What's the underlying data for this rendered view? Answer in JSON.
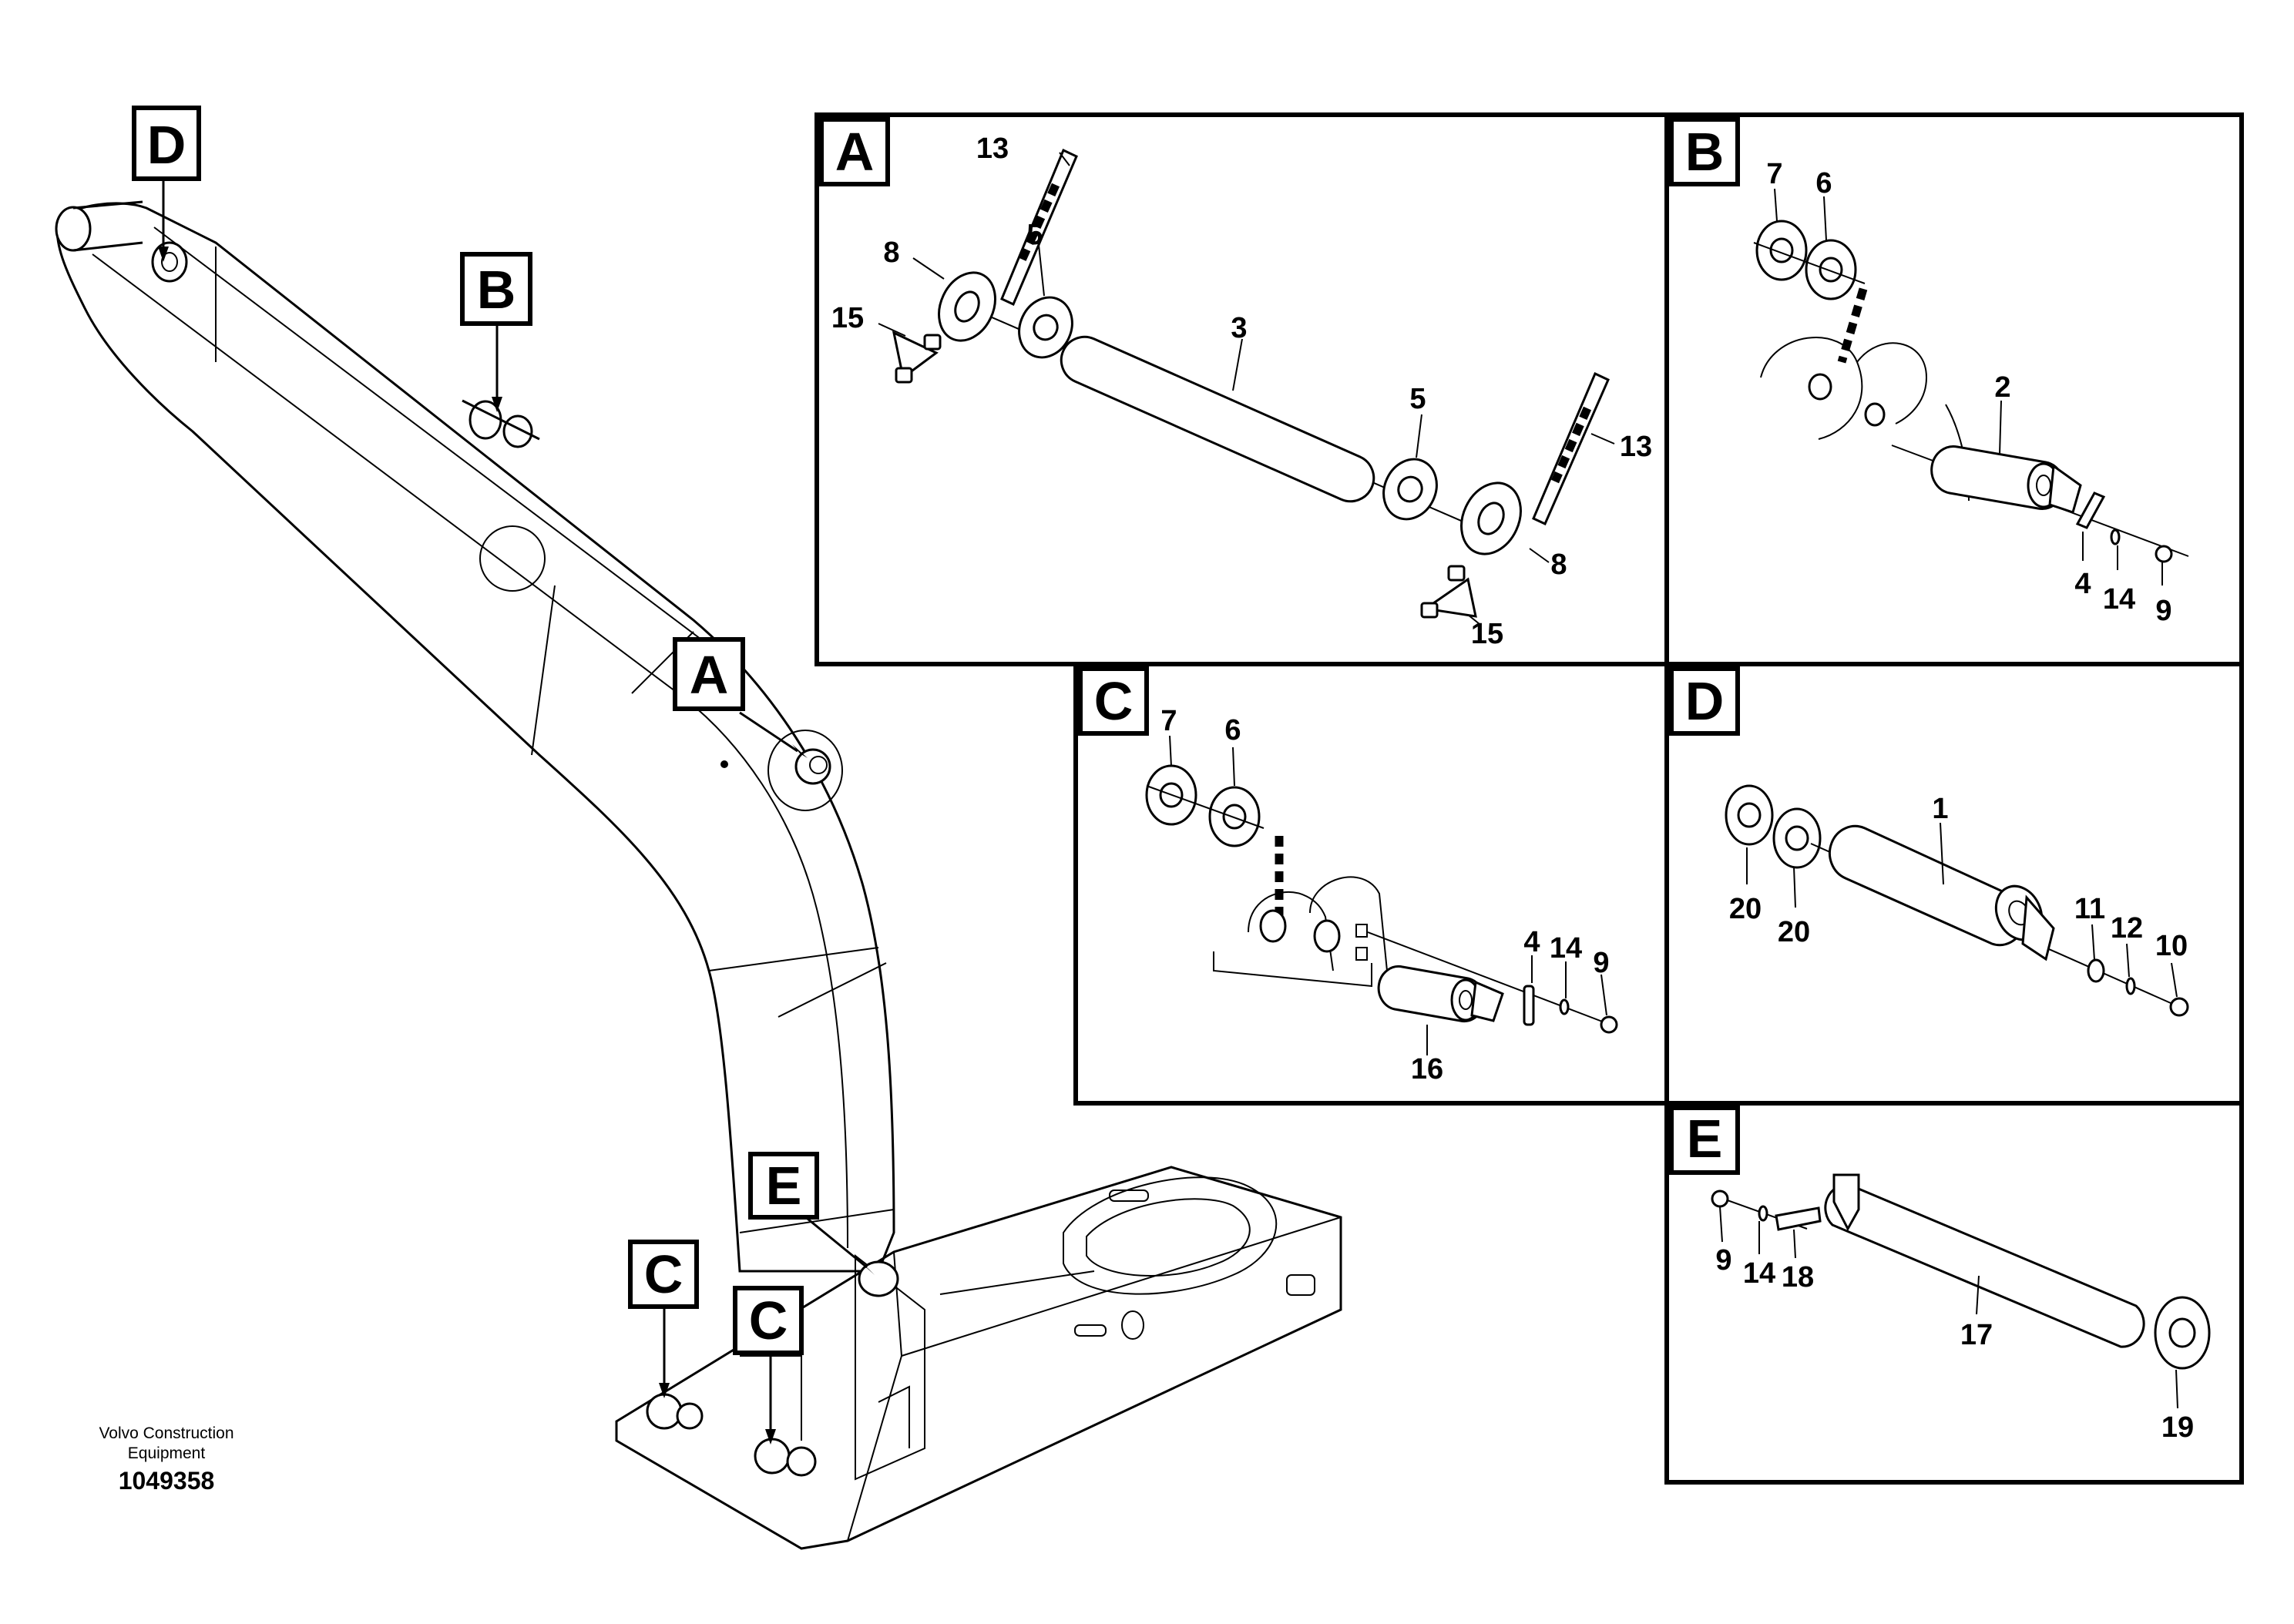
{
  "title": "",
  "footer": {
    "company_line1": "Volvo Construction",
    "company_line2": "Equipment",
    "drawing_number": "1049358"
  },
  "overview_callouts": {
    "a": "A",
    "b": "B",
    "c_left": "C",
    "c_right": "C",
    "d": "D",
    "e": "E"
  },
  "details": {
    "a": {
      "letter": "A",
      "labels": {
        "bolt_upper": "13",
        "washer_upper": "8",
        "shim_upper": "5",
        "nut_upper": "15",
        "pin": "3",
        "shim_lower": "5",
        "bolt_lower": "13",
        "washer_lower": "8",
        "nut_lower": "15"
      }
    },
    "b": {
      "letter": "B",
      "labels": {
        "shim_a": "7",
        "shim_b": "6",
        "pin": "2",
        "plate": "4",
        "washer": "14",
        "bolt": "9"
      }
    },
    "c": {
      "letter": "C",
      "labels": {
        "shim_a": "7",
        "shim_b": "6",
        "plate": "4",
        "washer": "14",
        "bolt": "9",
        "pin": "16"
      }
    },
    "d": {
      "letter": "D",
      "labels": {
        "pin": "1",
        "shim_a": "20",
        "shim_b": "20",
        "washer_a": "11",
        "washer_b": "12",
        "bolt": "10"
      }
    },
    "e": {
      "letter": "E",
      "labels": {
        "bolt": "9",
        "washer": "14",
        "plate": "18",
        "pin": "17",
        "shim": "19"
      }
    }
  }
}
